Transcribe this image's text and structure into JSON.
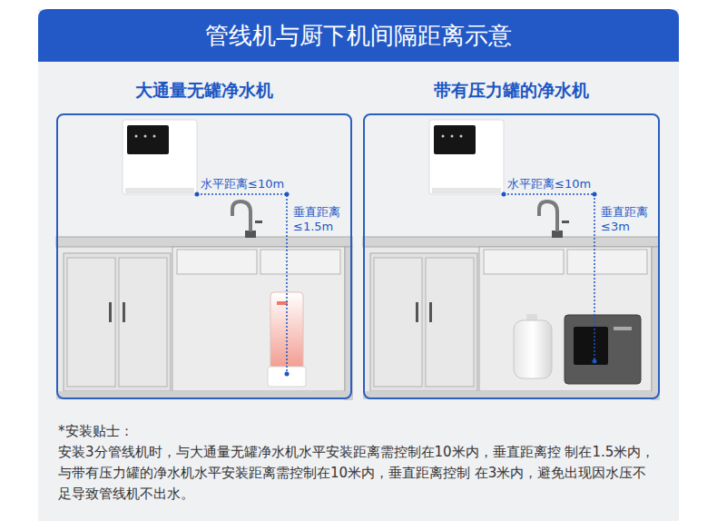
{
  "diagram": {
    "title": "管线机与厨下机间隔距离示意",
    "nodes": [
      {
        "text": [
          "大通量无罐净水机"
        ]
      },
      {
        "text": [
          "带有压力罐的净水机"
        ]
      },
      {
        "text": [
          "*安装贴士：",
          "安装3分管线机时，与大通量无罐净水机水平安装距离需控制在10米内，垂直距离控 制在1.5米内，与带有压力罐的净水机水平安装距离需控制在10米内，垂直距离控制 在3米内，避免出现因水压不足导致管线机不出水。"
        ]
      }
    ],
    "labels": [
      "水平距离≤10m",
      "垂直距离 ≤1.5m",
      "水平距离≤10m",
      "垂直距离 ≤3m"
    ]
  }
}
